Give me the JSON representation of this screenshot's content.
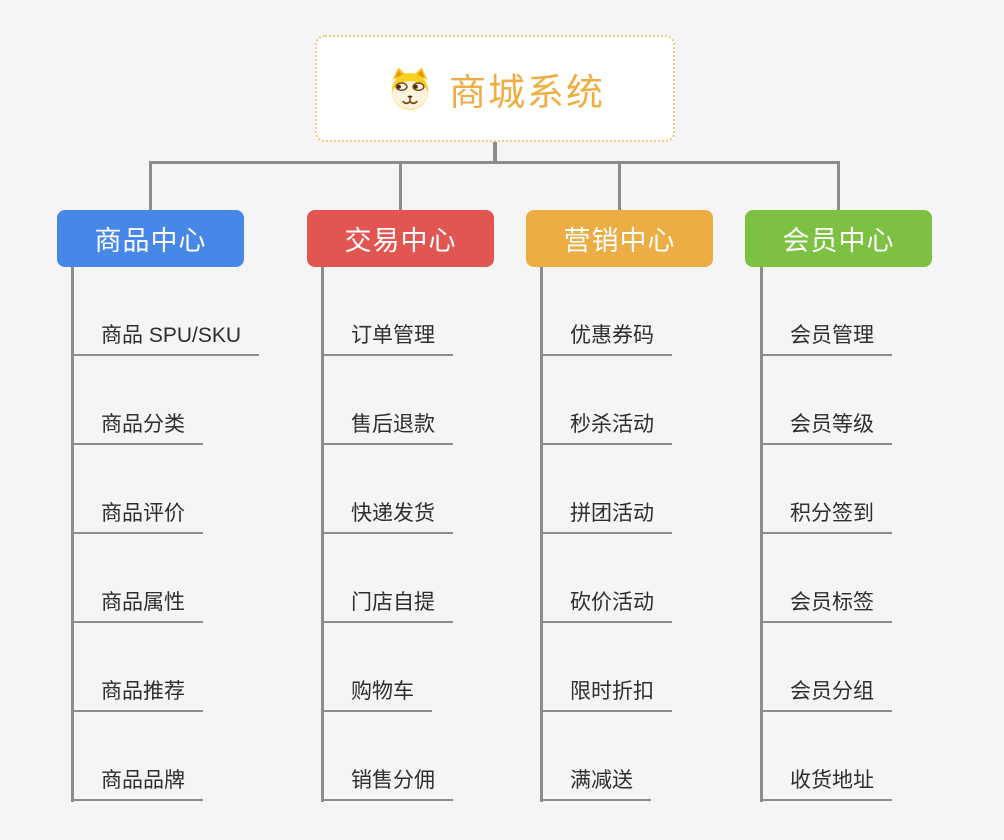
{
  "page": {
    "background_color": "#f5f5f6",
    "connector_color": "#8c8c8c"
  },
  "root": {
    "title": "商城系统",
    "icon": "dog-face-icon",
    "text_color": "#efae44",
    "border_color": "#f3c97e",
    "background_color": "#ffffff"
  },
  "branches": [
    {
      "label": "商品中心",
      "color": "#4787e8",
      "items": [
        "商品 SPU/SKU",
        "商品分类",
        "商品评价",
        "商品属性",
        "商品推荐",
        "商品品牌"
      ]
    },
    {
      "label": "交易中心",
      "color": "#e25651",
      "items": [
        "订单管理",
        "售后退款",
        "快递发货",
        "门店自提",
        "购物车",
        "销售分佣"
      ]
    },
    {
      "label": "营销中心",
      "color": "#ebad44",
      "items": [
        "优惠券码",
        "秒杀活动",
        "拼团活动",
        "砍价活动",
        "限时折扣",
        "满减送"
      ]
    },
    {
      "label": "会员中心",
      "color": "#7cc142",
      "items": [
        "会员管理",
        "会员等级",
        "积分签到",
        "会员标签",
        "会员分组",
        "收货地址"
      ]
    }
  ]
}
